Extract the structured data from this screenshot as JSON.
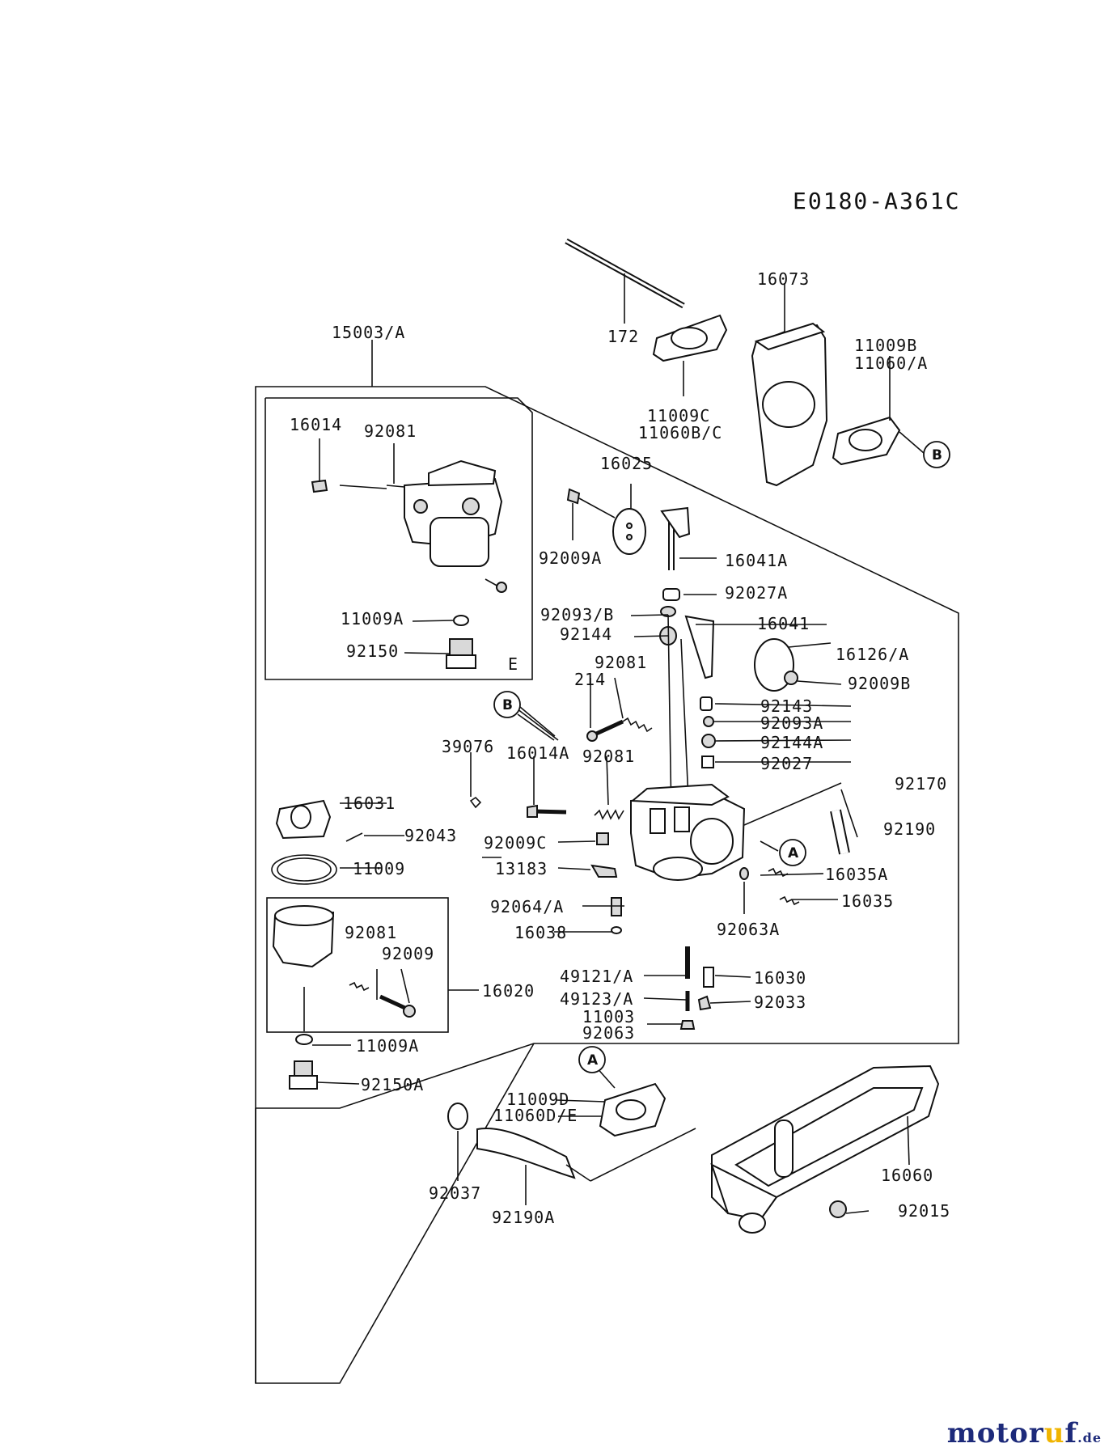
{
  "diagram_code": "E0180-A361C",
  "watermark": {
    "part1": "motor",
    "part2": "u",
    "part3": "f",
    "suffix": ".de"
  },
  "labels": {
    "l172": "172",
    "l16073": "16073",
    "l11009B": "11009B",
    "l11060A": "11060/A",
    "l11009C": "11009C",
    "l11060BC": "11060B/C",
    "l15003A": "15003/A",
    "l16014": "16014",
    "l92081a": "92081",
    "l11009A": "11009A",
    "l92150": "92150",
    "lE": "E",
    "l16025": "16025",
    "l92009A": "92009A",
    "l16041A": "16041A",
    "l92027A": "92027A",
    "l92093B": "92093/B",
    "l16041": "16041",
    "l92144": "92144",
    "l16126A": "16126/A",
    "l92009B": "92009B",
    "l92081b": "92081",
    "l214": "214",
    "l92143": "92143",
    "l92093A": "92093A",
    "l92144A": "92144A",
    "l92027": "92027",
    "l39076": "39076",
    "l16014A": "16014A",
    "l92081c": "92081",
    "l92170": "92170",
    "l16031": "16031",
    "l92190": "92190",
    "l92043": "92043",
    "l92009C": "92009C",
    "l13183": "13183",
    "l16035A": "16035A",
    "l11009": "11009",
    "l16035": "16035",
    "l92064A": "92064/A",
    "l92063A": "92063A",
    "l16038": "16038",
    "l92081d": "92081",
    "l92009": "92009",
    "l16020": "16020",
    "l49121A": "49121/A",
    "l16030": "16030",
    "l49123A": "49123/A",
    "l92033": "92033",
    "l11003": "11003",
    "l92063": "92063",
    "l11009A2": "11009A",
    "l92150A": "92150A",
    "l11009D": "11009D",
    "l11060DE": "11060D/E",
    "l16060": "16060",
    "l92037": "92037",
    "l92190A": "92190A",
    "l92015": "92015"
  },
  "callouts": {
    "A": "A",
    "B": "B"
  }
}
